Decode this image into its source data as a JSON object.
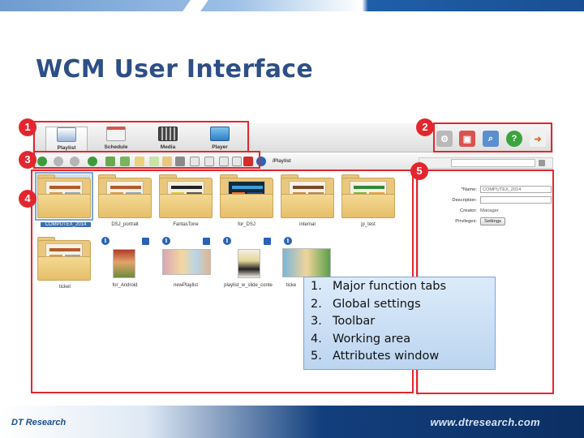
{
  "slide": {
    "title": "WCM User Interface"
  },
  "app": {
    "tabs": [
      {
        "label": "Playlist",
        "icon": "playlist-icon",
        "active": true
      },
      {
        "label": "Schedule",
        "icon": "calendar-icon",
        "active": false
      },
      {
        "label": "Media",
        "icon": "film-icon",
        "active": false
      },
      {
        "label": "Player",
        "icon": "monitor-icon",
        "active": false
      }
    ],
    "global_settings_icons": [
      "settings-gear-icon",
      "windows-icon",
      "search-window-icon",
      "help-icon",
      "logout-icon"
    ],
    "path": "/Playlist",
    "items": [
      {
        "label": "COMPUTEX_2014",
        "selected": true
      },
      {
        "label": "DSJ_portrait"
      },
      {
        "label": "FantasTone"
      },
      {
        "label": "for_DSJ"
      },
      {
        "label": "internal"
      },
      {
        "label": "jp_test"
      },
      {
        "label": "ticket"
      },
      {
        "label": "for_Android"
      },
      {
        "label": "newPlaylist"
      },
      {
        "label": "playlist_w_slide_conte"
      },
      {
        "label": "ticke"
      }
    ],
    "attributes": {
      "name_label": "*Name:",
      "name_value": "COMPUTEX_2014",
      "description_label": "Description:",
      "creator_label": "Creator:",
      "creator_value": "Manager",
      "privileges_label": "Privileges:",
      "settings_button": "Settings"
    }
  },
  "callouts": [
    "1",
    "2",
    "3",
    "4",
    "5"
  ],
  "legend": [
    {
      "num": "1.",
      "text": "Major function tabs"
    },
    {
      "num": "2.",
      "text": "Global settings"
    },
    {
      "num": "3.",
      "text": "Toolbar"
    },
    {
      "num": "4.",
      "text": "Working area"
    },
    {
      "num": "5.",
      "text": "Attributes window"
    }
  ],
  "footer": {
    "logo": "DT Research",
    "url": "www.dtresearch.com"
  }
}
